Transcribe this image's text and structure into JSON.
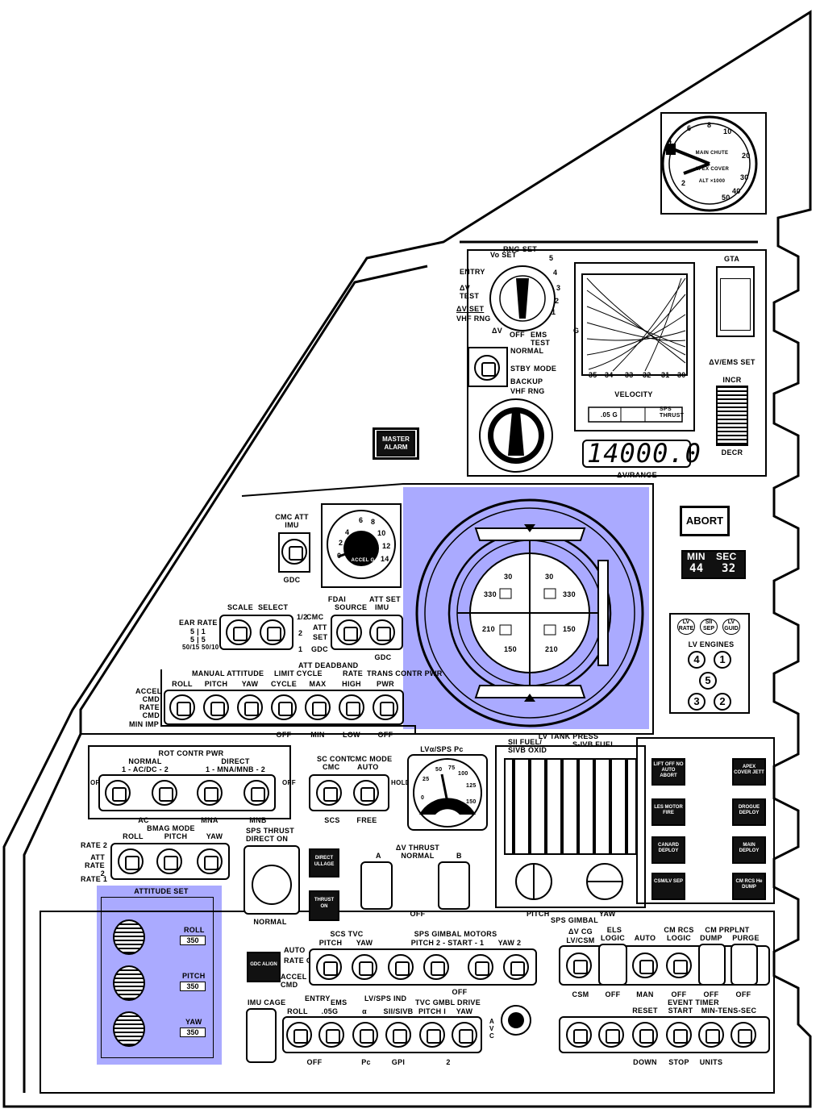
{
  "panel": {
    "ems": {
      "rng_set": "RNG SET",
      "vo_set": "Vo SET",
      "entry": "ENTRY",
      "dv_test": "ΔV TEST",
      "dv_set": "ΔV SET",
      "vhf_rng": "VHF RNG",
      "dv": "ΔV",
      "off": "OFF",
      "ems_test": "EMS TEST",
      "dial_nums": [
        "5",
        "4",
        "3",
        "2",
        "1"
      ],
      "normal": "NORMAL",
      "stby": "STBY",
      "mode": "MODE",
      "backup": "BACKUP",
      "vhf_rng2": "VHF RNG",
      "g_label": "G",
      "velocity_ticks": [
        "35",
        "34",
        "33",
        "32",
        "31",
        "30"
      ],
      "velocity": "VELOCITY",
      "o5g": ".05 G",
      "sps_thrust": "SPS THRUST",
      "gta": "GTA",
      "dv_ems_set": "ΔV/EMS SET",
      "incr": "INCR",
      "decr": "DECR",
      "counter_value": "14000.0",
      "dv_range": "ΔV/RANGE"
    },
    "altimeter": {
      "nums": [
        "4",
        "6",
        "8",
        "10",
        "20",
        "30",
        "40",
        "50",
        "2"
      ],
      "main_chute": "MAIN CHUTE",
      "apex_cover": "APEX COVER",
      "alt": "ALT ×1000"
    },
    "master_alarm": "MASTER ALARM",
    "abort": "ABORT",
    "timer": {
      "min": "MIN",
      "sec": "SEC",
      "min_val": "44",
      "sec_val": "32"
    },
    "lv": {
      "rate": "LV RATE",
      "sii_sep": "SII SEP",
      "guid": "LV GUID",
      "engines": "LV ENGINES",
      "nums": [
        "4",
        "1",
        "5",
        "3",
        "2"
      ]
    },
    "cmc_att": {
      "title": "CMC ATT",
      "imu": "IMU",
      "gdc": "GDC"
    },
    "accel": {
      "nums": [
        "0",
        "2",
        "4",
        "6",
        "8",
        "10",
        "12",
        "14"
      ],
      "label": "ACCEL G"
    },
    "fdai": {
      "fdai": "FDAI",
      "scale": "SCALE",
      "select": "SELECT",
      "rate_label": "EAR RATE",
      "r1": "5 | 1",
      "r2": "5 | 5",
      "r3": "50/15 50/10",
      "half": "1/2",
      "two": "2",
      "one": "1",
      "source": "SOURCE",
      "att_set": "ATT SET",
      "imu": "IMU",
      "cmc": "CMC",
      "att": "ATT",
      "set": "SET",
      "gdc": "GDC",
      "gdc2": "GDC"
    },
    "manual": {
      "header": "MANUAL ATTITUDE",
      "limit": "LIMIT CYCLE",
      "att_db": "ATT DEADBAND",
      "rate": "RATE",
      "trans": "TRANS CONTR PWR",
      "cols": [
        "ROLL",
        "PITCH",
        "YAW",
        "CYCLE",
        "MAX",
        "HIGH",
        "PWR"
      ],
      "left": [
        "ACCEL CMD",
        "RATE CMD",
        "MIN IMP"
      ],
      "bottom": [
        "OFF",
        "MIN",
        "LOW",
        "OFF"
      ]
    },
    "rot": {
      "header": "ROT CONTR PWR",
      "normal": "NORMAL",
      "acdc": "1 - AC/DC - 2",
      "direct": "DIRECT",
      "mna": "1 - MNA/MNB - 2",
      "off": "OFF",
      "ac": "AC",
      "mna2": "MNA",
      "mnb": "MNB"
    },
    "bmag": {
      "header": "BMAG MODE",
      "cols": [
        "ROLL",
        "PITCH",
        "YAW"
      ],
      "rows": [
        "RATE 2",
        "ATT RATE 2",
        "RATE 1"
      ],
      "att_set": "ATTITUDE SET"
    },
    "att_set": {
      "roll": "ROLL",
      "roll_v": "350",
      "pitch": "PITCH",
      "pitch_v": "350",
      "yaw": "YAW",
      "yaw_v": "350"
    },
    "sc_cont": {
      "title": "SC CONT",
      "cmc": "CMC",
      "cmc_mode": "CMC MODE",
      "auto": "AUTO",
      "hold": "HOLD",
      "scs": "SCS",
      "free": "FREE"
    },
    "sps": {
      "title": "SPS THRUST DIRECT ON",
      "normal": "NORMAL",
      "direct": "DIRECT ULLAGE",
      "thrust": "THRUST ON",
      "gdc_align": "GDC ALIGN"
    },
    "lvsps": {
      "title": "LVα/SPS Pc",
      "nums": [
        "0",
        "25",
        "50",
        "75",
        "100",
        "125",
        "150"
      ]
    },
    "dv_thrust": {
      "title": "ΔV THRUST",
      "normal": "NORMAL",
      "a": "A",
      "b": "B",
      "off": "OFF"
    },
    "tank": {
      "title": "LV TANK PRESS",
      "sii": "SII FUEL/ SIVB OXID",
      "sivb": "S-IVB FUEL",
      "pitch": "PITCH",
      "sps_gimbal": "SPS GIMBAL",
      "yaw": "YAW"
    },
    "seq": {
      "s1": "LIFT OFF NO AUTO ABORT",
      "s2": "LES MOTOR FIRE",
      "s3": "CANARD DEPLOY",
      "s4": "CSM/LV SEP",
      "s5": "APEX COVER JETT",
      "s6": "DROGUE DEPLOY",
      "s7": "MAIN DEPLOY",
      "s8": "CM RCS He DUMP"
    },
    "scs_tvc": {
      "title": "SCS TVC",
      "pitch": "PITCH",
      "yaw": "YAW",
      "gimbal": "SPS GIMBAL MOTORS",
      "pitch2": "PITCH 2 - START - 1",
      "yaw2": "YAW 2",
      "off": "OFF",
      "auto": "AUTO",
      "rate_cmd": "RATE CMD",
      "accel_cmd": "ACCEL CMD"
    },
    "entry": {
      "imu_cage": "IMU CAGE",
      "entry": "ENTRY",
      "ems": "EMS",
      "roll": ".05G",
      "lvsps": "LV/SPS IND",
      "tvc": "TVC GMBL DRIVE",
      "cols": [
        "ROLL",
        ".05G",
        "α",
        "SII/SIVB",
        "PITCH I",
        "YAW"
      ],
      "bottom": [
        "OFF",
        "Pc",
        "GPI",
        "2"
      ],
      "avc": "A V C"
    },
    "right_bottom": {
      "dvcg": "ΔV CG",
      "lv_csm": "LV/CSM",
      "els": "ELS",
      "logic": "LOGIC",
      "auto": "AUTO",
      "cm_rcs": "CM RCS",
      "logic2": "LOGIC",
      "cm_prpln": "CM PRPLNT",
      "dump": "DUMP",
      "purge": "PURGE",
      "csm": "CSM",
      "off": "OFF",
      "man": "MAN",
      "off2": "OFF",
      "off3": "OFF",
      "off4": "OFF",
      "event": "EVENT TIMER",
      "reset": "RESET",
      "start": "START",
      "min_tens": "MIN-TENS-SEC",
      "down": "DOWN",
      "stop": "STOP",
      "units": "UNITS"
    },
    "fdai_ball": {
      "nums": [
        "30",
        "30",
        "330",
        "330",
        "210",
        "150",
        "150",
        "210"
      ]
    }
  }
}
